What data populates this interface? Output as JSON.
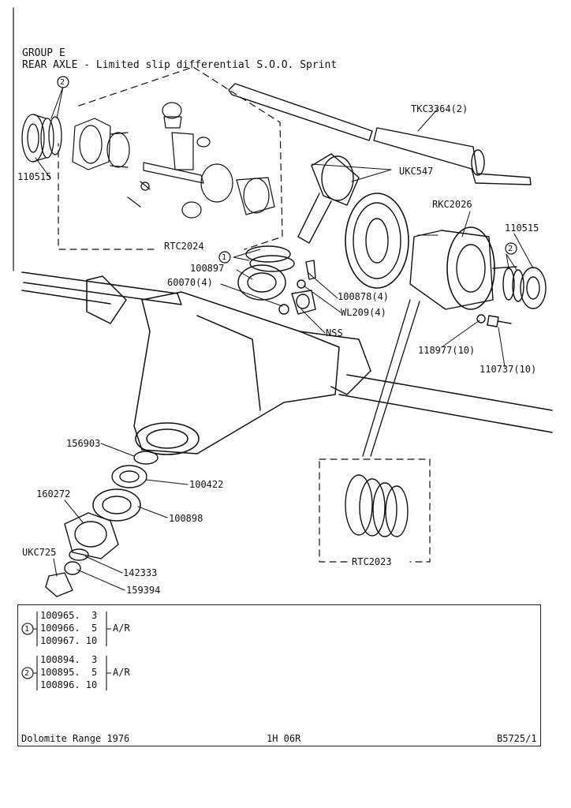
{
  "header": {
    "group": "GROUP E",
    "title": "REAR AXLE - Limited slip differential S.O.O. Sprint"
  },
  "callouts": {
    "c110515_left": "110515",
    "ukc547": "UKC547",
    "tkc3364": "TKC3364(2)",
    "rtc2024": "RTC2024",
    "rkc2026": "RKC2026",
    "c110515_right": "110515",
    "c100897": "100897",
    "c60070": "60070(4)",
    "c100878": "100878(4)",
    "wl209": "WL209(4)",
    "nss": "NSS",
    "c118977": "118977(10)",
    "c110737": "110737(10)",
    "c156903": "156903",
    "c100422": "100422",
    "c160272": "160272",
    "c100898": "100898",
    "ukc725": "UKC725",
    "c142333": "142333",
    "c159394": "159394",
    "rtc2023": "RTC2023",
    "ref1": "1",
    "ref2a": "2",
    "ref2b": "2"
  },
  "table": {
    "group1": {
      "ref": "1",
      "suffix": "A/R",
      "rows": [
        "100965.  3",
        "100966.  5",
        "100967. 10"
      ]
    },
    "group2": {
      "ref": "2",
      "suffix": "A/R",
      "rows": [
        "100894.  3",
        "100895.  5",
        "100896. 10"
      ]
    }
  },
  "footer": {
    "left": "Dolomite Range 1976",
    "center": "1H 06R",
    "right": "B5725/1"
  }
}
